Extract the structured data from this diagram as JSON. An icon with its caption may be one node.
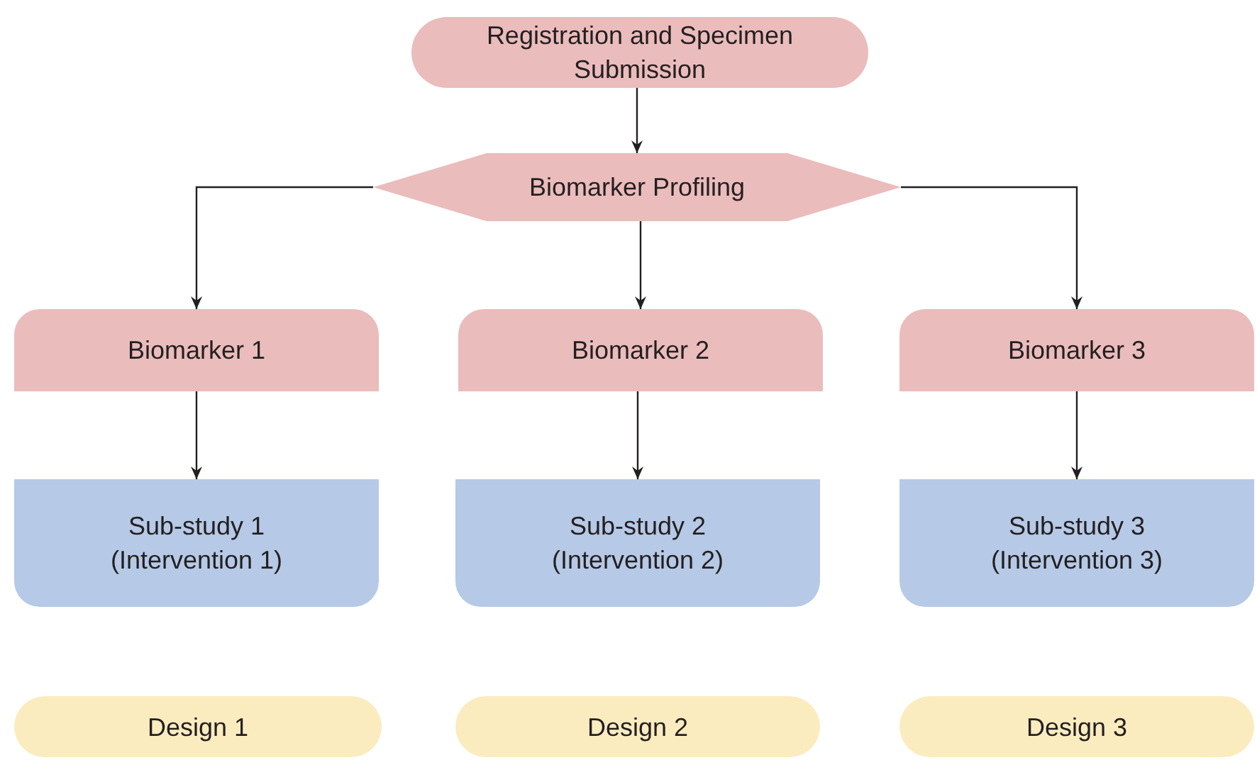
{
  "diagram": {
    "nodes": [
      {
        "text": [
          "Registration and Specimen Submission"
        ]
      },
      {
        "text": [
          "Biomarker Profiling"
        ]
      },
      {
        "text": [
          "Biomarker 1"
        ]
      },
      {
        "text": [
          "Biomarker 2"
        ]
      },
      {
        "text": [
          "Biomarker 3"
        ]
      },
      {
        "text": [
          "Sub-study 1 (Intervention 1)"
        ]
      },
      {
        "text": [
          "Sub-study 2 (Intervention 2)"
        ]
      },
      {
        "text": [
          "Sub-study 3 (Intervention 3)"
        ]
      },
      {
        "text": [
          "Design 1"
        ]
      },
      {
        "text": [
          "Design 2"
        ]
      },
      {
        "text": [
          "Design 3"
        ]
      }
    ],
    "edges": [
      {
        "from": 0,
        "to": 1,
        "arrow": "to"
      },
      {
        "from": 1,
        "to": 2,
        "arrow": "to"
      },
      {
        "from": 1,
        "to": 3,
        "arrow": "to"
      },
      {
        "from": 1,
        "to": 4,
        "arrow": "to"
      },
      {
        "from": 2,
        "to": 5,
        "arrow": "to"
      },
      {
        "from": 3,
        "to": 6,
        "arrow": "to"
      },
      {
        "from": 4,
        "to": 7,
        "arrow": "to"
      }
    ]
  }
}
